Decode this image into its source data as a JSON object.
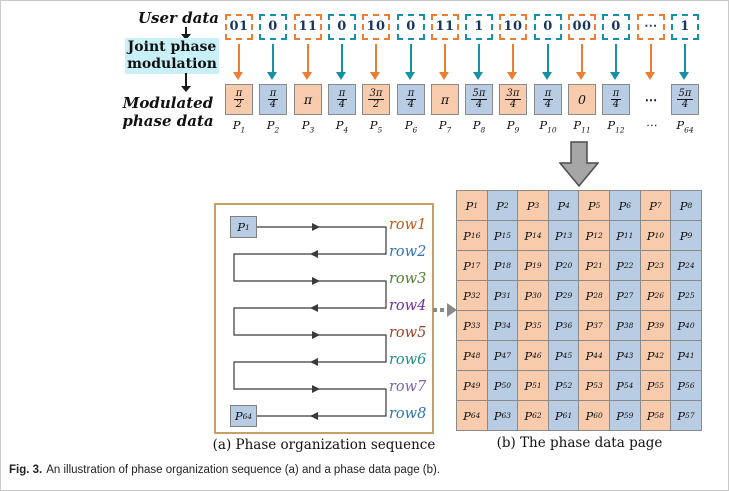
{
  "figure": {
    "caption_label": "Fig. 3.",
    "caption_text": "An illustration of phase organization sequence (a) and a phase data page (b)."
  },
  "top": {
    "user_data_label": "User data",
    "jpm_lines": [
      "Joint phase",
      "modulation"
    ],
    "modulated_lines": [
      "Modulated",
      "phase data"
    ],
    "columns": [
      {
        "bits": "01",
        "phase": "π/2",
        "label": "P_1",
        "scheme": "orange"
      },
      {
        "bits": "0",
        "phase": "π/4",
        "label": "P_2",
        "scheme": "teal"
      },
      {
        "bits": "11",
        "phase": "π",
        "label": "P_3",
        "scheme": "orange"
      },
      {
        "bits": "0",
        "phase": "π/4",
        "label": "P_4",
        "scheme": "teal"
      },
      {
        "bits": "10",
        "phase": "3π/2",
        "label": "P_5",
        "scheme": "orange"
      },
      {
        "bits": "0",
        "phase": "π/4",
        "label": "P_6",
        "scheme": "teal"
      },
      {
        "bits": "11",
        "phase": "π",
        "label": "P_7",
        "scheme": "orange"
      },
      {
        "bits": "1",
        "phase": "5π/4",
        "label": "P_8",
        "scheme": "teal"
      },
      {
        "bits": "10",
        "phase": "3π/4",
        "label": "P_9",
        "scheme": "orange"
      },
      {
        "bits": "0",
        "phase": "π/4",
        "label": "P_10",
        "scheme": "teal"
      },
      {
        "bits": "00",
        "phase": "0",
        "label": "P_11",
        "scheme": "orange"
      },
      {
        "bits": "0",
        "phase": "π/4",
        "label": "P_12",
        "scheme": "teal"
      },
      {
        "bits": "⋯",
        "phase": "⋯",
        "label": "⋯",
        "scheme": "ellipsis"
      },
      {
        "bits": "1",
        "phase": "5π/4",
        "label": "P_64",
        "scheme": "teal"
      }
    ]
  },
  "panel_a": {
    "caption": "(a) Phase organization sequence",
    "start_label": "P_1",
    "end_label": "P_64",
    "rows": [
      {
        "label": "row1",
        "color": "#c55a11"
      },
      {
        "label": "row2",
        "color": "#2e75b6"
      },
      {
        "label": "row3",
        "color": "#538135"
      },
      {
        "label": "row4",
        "color": "#7030a0"
      },
      {
        "label": "row5",
        "color": "#9c4125"
      },
      {
        "label": "row6",
        "color": "#1f8f89"
      },
      {
        "label": "row7",
        "color": "#8064a2"
      },
      {
        "label": "row8",
        "color": "#2e75b6"
      }
    ]
  },
  "panel_b": {
    "caption": "(b) The phase data page",
    "grid": [
      [
        "P_1",
        "P_2",
        "P_3",
        "P_4",
        "P_5",
        "P_6",
        "P_7",
        "P_8"
      ],
      [
        "P_16",
        "P_15",
        "P_14",
        "P_13",
        "P_12",
        "P_11",
        "P_10",
        "P_9"
      ],
      [
        "P_17",
        "P_18",
        "P_19",
        "P_20",
        "P_21",
        "P_22",
        "P_23",
        "P_24"
      ],
      [
        "P_32",
        "P_31",
        "P_30",
        "P_29",
        "P_28",
        "P_27",
        "P_26",
        "P_25"
      ],
      [
        "P_33",
        "P_34",
        "P_35",
        "P_36",
        "P_37",
        "P_38",
        "P_39",
        "P_40"
      ],
      [
        "P_48",
        "P_47",
        "P_46",
        "P_45",
        "P_44",
        "P_43",
        "P_42",
        "P_41"
      ],
      [
        "P_49",
        "P_50",
        "P_51",
        "P_52",
        "P_53",
        "P_54",
        "P_55",
        "P_56"
      ],
      [
        "P_64",
        "P_63",
        "P_62",
        "P_61",
        "P_60",
        "P_59",
        "P_58",
        "P_57"
      ]
    ]
  },
  "colors": {
    "orange_fill": "#f8cbad",
    "blue_fill": "#b8cce4",
    "orange_accent": "#ed7d31",
    "teal_accent": "#1791a5",
    "highlight_cyan": "#c9f0f6",
    "panel_border": "#c9a063",
    "grid_line": "#8a8a8a"
  }
}
